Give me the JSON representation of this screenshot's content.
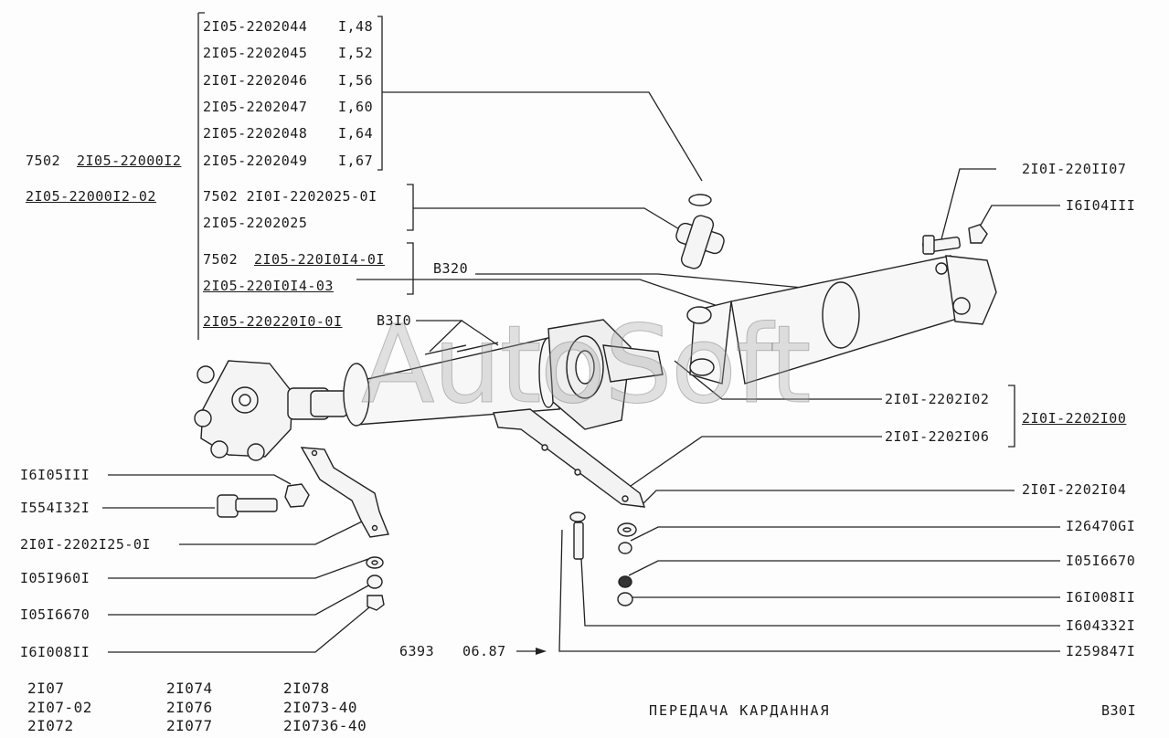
{
  "size_table": {
    "rows": [
      {
        "part": "2I05-2202044",
        "value": "I,48"
      },
      {
        "part": "2I05-2202045",
        "value": "I,52"
      },
      {
        "part": "2I0I-2202046",
        "value": "I,56"
      },
      {
        "part": "2I05-2202047",
        "value": "I,60"
      },
      {
        "part": "2I05-2202048",
        "value": "I,64"
      },
      {
        "part": "2I05-2202049",
        "value": "I,67"
      }
    ]
  },
  "assembly": {
    "line1_prefix": "7502",
    "line1_code": "2I05-22000I2",
    "line2_code": "2I05-22000I2-02"
  },
  "bracket_groups": {
    "g1_line1": "7502 2I0I-2202025-0I",
    "g1_line2": "2I05-2202025",
    "g2_prefix": "7502",
    "g2_line1": "2I05-220I0I4-0I",
    "g2_line2": "2I05-220I0I4-03",
    "g3_line1": "2I05-220220I0-0I",
    "b310": "B3I0",
    "b320": "B320"
  },
  "right_labels": {
    "r1": "2I0I-220II07",
    "r2": "I6I04III",
    "r3": "2I0I-2202I02",
    "r4": "2I0I-2202I06",
    "r_group": "2I0I-2202I00",
    "r5": "2I0I-2202I04",
    "r6": "I26470GI",
    "r7": "I05I6670",
    "r8": "I6I008II",
    "r9": "I604332I",
    "r10": "I259847I"
  },
  "left_labels": {
    "l1": "I6I05III",
    "l2": "I554I32I",
    "l3": "2I0I-2202I25-0I",
    "l4": "I05I960I",
    "l5": "I05I6670",
    "l6": "I6I008II"
  },
  "footer": {
    "code": "6393",
    "date": "06.87",
    "models": [
      [
        "2I07",
        "2I07-02",
        "2I072"
      ],
      [
        "2I074",
        "2I076",
        "2I077"
      ],
      [
        "2I078",
        "2I073-40",
        "2I0736-40"
      ]
    ],
    "title": "ПЕРЕДАЧА КАРДАННАЯ",
    "page_ref": "B30I"
  },
  "watermark": "AutoSoft"
}
